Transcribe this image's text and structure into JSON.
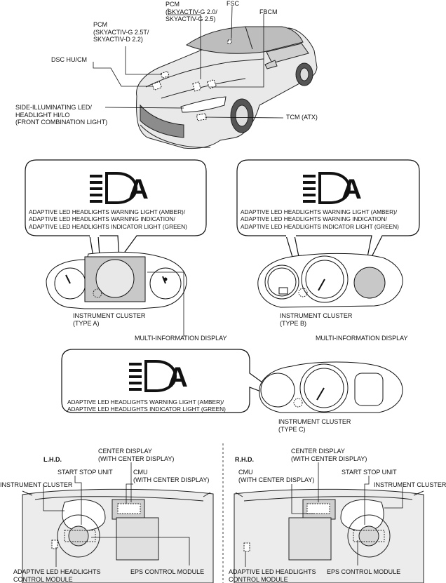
{
  "car_labels": {
    "pcm_g20": [
      "PCM",
      "(SKYACTIV-G 2.0/",
      "SKYACTIV-G 2.5)"
    ],
    "fsc": "FSC",
    "pcm_g25t": [
      "PCM",
      "(SKYACTIV-G 2.5T/",
      "SKYACTIV-D 2.2)"
    ],
    "fbcm": "FBCM",
    "dsc": "DSC HU/CM",
    "side_led": [
      "SIDE-ILLUMINATING LED/",
      "HEADLIGHT HI/LO",
      "(FRONT COMBINATION LIGHT)"
    ],
    "tcm": "TCM (ATX)"
  },
  "callout_a": {
    "lines": [
      "ADAPTIVE LED HEADLIGHTS WARNING LIGHT (AMBER)/",
      "ADAPTIVE LED HEADLIGHTS WARNING INDICATION/",
      "ADAPTIVE LED HEADLIGHTS INDICATOR LIGHT (GREEN)"
    ],
    "icon_letter": "A"
  },
  "callout_b": {
    "lines": [
      "ADAPTIVE LED HEADLIGHTS WARNING LIGHT (AMBER)/",
      "ADAPTIVE LED HEADLIGHTS WARNING INDICATION/",
      "ADAPTIVE LED HEADLIGHTS INDICATOR LIGHT (GREEN)"
    ],
    "icon_letter": "A"
  },
  "callout_c": {
    "lines": [
      "ADAPTIVE LED HEADLIGHTS WARNING LIGHT (AMBER)/",
      "ADAPTIVE LED HEADLIGHTS INDICATOR LIGHT (GREEN)"
    ],
    "icon_letter": "A"
  },
  "cluster_labels": {
    "type_a": [
      "INSTRUMENT CLUSTER",
      "(TYPE A)"
    ],
    "mid_a": "MULTI-INFORMATION DISPLAY",
    "type_b": [
      "INSTRUMENT CLUSTER",
      "(TYPE B)"
    ],
    "mid_b": "MULTI-INFORMATION DISPLAY",
    "type_c": [
      "INSTRUMENT CLUSTER",
      "(TYPE C)"
    ]
  },
  "lhd": {
    "title": "L.H.D.",
    "center_display": [
      "CENTER DISPLAY",
      "(WITH CENTER DISPLAY)"
    ],
    "start_stop": "START STOP UNIT",
    "cmu": [
      "CMU",
      "(WITH CENTER DISPLAY)"
    ],
    "instrument_cluster": "INSTRUMENT CLUSTER",
    "adaptive_module": [
      "ADAPTIVE LED HEADLIGHTS",
      "CONTROL MODULE"
    ],
    "eps": "EPS CONTROL MODULE"
  },
  "rhd": {
    "title": "R.H.D.",
    "center_display": [
      "CENTER DISPLAY",
      "(WITH CENTER DISPLAY)"
    ],
    "cmu": [
      "CMU",
      "(WITH CENTER DISPLAY)"
    ],
    "start_stop": "START STOP UNIT",
    "instrument_cluster": "INSTRUMENT CLUSTER",
    "adaptive_module": [
      "ADAPTIVE LED HEADLIGHTS",
      "CONTROL MODULE"
    ],
    "eps": "EPS CONTROL MODULE"
  },
  "colors": {
    "ink": "#111111",
    "gray_fill": "#c8c8c8",
    "light_fill": "#e6e6e6"
  },
  "icons": [
    "headlight-adaptive-icon",
    "dashed-location-marker-icon"
  ]
}
